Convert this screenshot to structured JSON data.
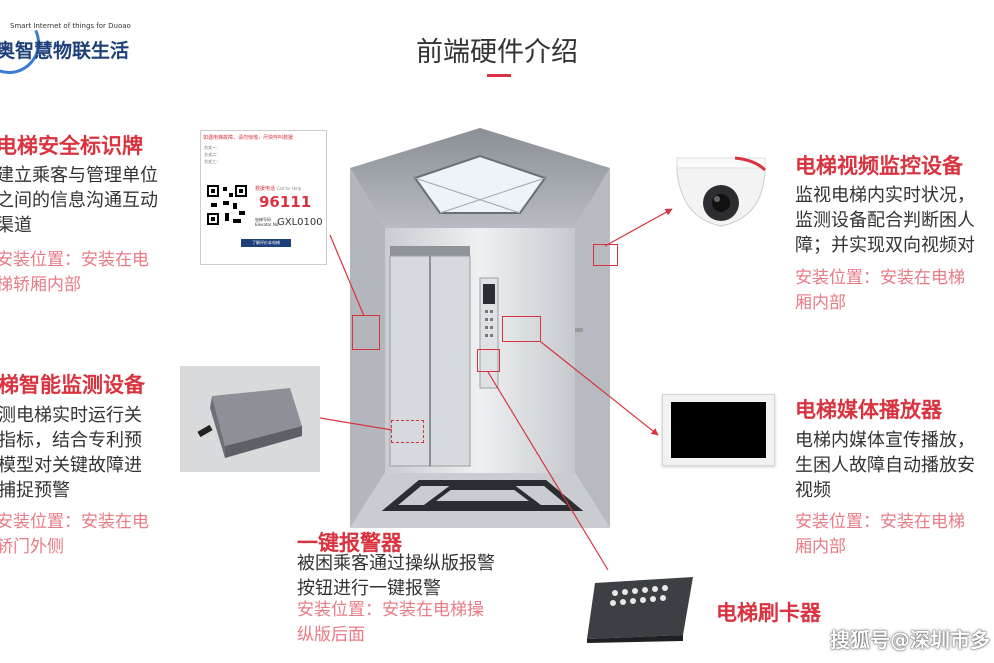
{
  "logo": {
    "en": "Smart Internet of things for Duoao",
    "cn": "奥智慧物联生活"
  },
  "page_title": "前端硬件介绍",
  "sections": {
    "sign": {
      "title": "电梯安全标识牌",
      "desc": [
        "建立乘客与管理单位",
        "之间的信息沟通互动",
        "渠道"
      ],
      "install": [
        "安装位置：安装在电",
        "梯轿厢内部"
      ]
    },
    "monitor": {
      "title": "梯智能监测设备",
      "desc": [
        "测电梯实时运行关",
        "指标，结合专利预",
        "模型对关键故障进",
        "捕捉预警"
      ],
      "install": [
        "安装位置：安装在电",
        "轿门外侧"
      ]
    },
    "alarm": {
      "title": "一键报警器",
      "desc": [
        "被困乘客通过操纵版报警",
        "按钮进行一键报警"
      ],
      "install": [
        "安装位置：安装在电梯操",
        "纵版后面"
      ]
    },
    "camera": {
      "title": "电梯视频监控设备",
      "desc": [
        "监视电梯内实时状况，",
        "监测设备配合判断困人",
        "障；并实现双向视频对"
      ],
      "install": [
        "安装位置：安装在电梯",
        "厢内部"
      ]
    },
    "player": {
      "title": "电梯媒体播放器",
      "desc": [
        "电梯内媒体宣传播放，",
        "生困人故障自动播放安",
        "视频"
      ],
      "install": [
        "安装位置：安装在电梯",
        "厢内部"
      ]
    },
    "card": {
      "title": "电梯刷卡器"
    }
  },
  "sign_card": {
    "header": "如遇电梯故障，请勿惊慌，尽快呼叫救援",
    "method1": "方式一：",
    "method2": "方式二：",
    "method3": "方式三：",
    "hotline_label": "救援电话",
    "hotline_en": "Call for Help",
    "hotline": "96111",
    "code_label": "电梯号码",
    "code_en": "Elevator No.",
    "code": "GXL0100",
    "footer": "了解评价本电梯"
  },
  "watermark": "搜狐号@深圳市多",
  "colors": {
    "accent": "#d9333f",
    "install": "#e87b86",
    "text": "#333333"
  }
}
